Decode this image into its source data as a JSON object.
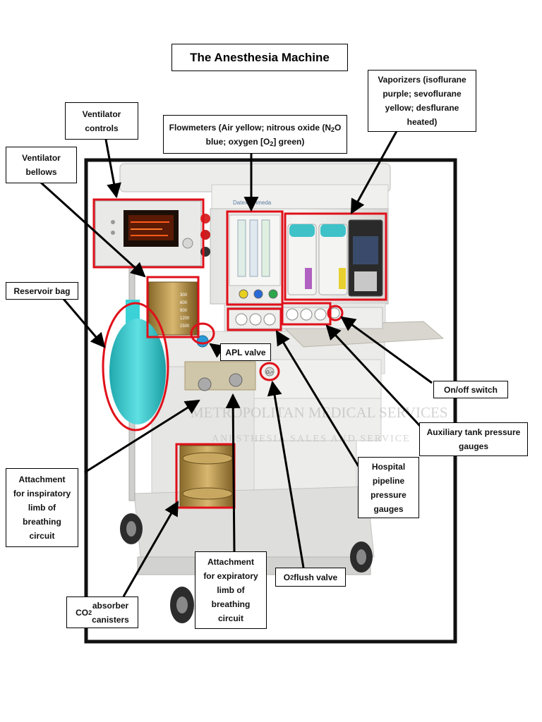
{
  "title": "The Anesthesia Machine",
  "labels": {
    "ventilator_controls": "Ventilator\ncontrols",
    "ventilator_bellows": "Ventilator\nbellows",
    "flowmeters_line1": "Flowmeters (Air yellow; nitrous oxide (N",
    "flowmeters_sub": "2",
    "flowmeters_line1_end": "O",
    "flowmeters_line2a": "blue; oxygen [O",
    "flowmeters_sub2": "2",
    "flowmeters_line2b": "] green)",
    "vaporizers": "Vaporizers (isoflurane\npurple; sevoflurane\nyellow; desflurane\nheated)",
    "reservoir_bag": "Reservoir bag",
    "apl_valve": "APL valve",
    "on_off_switch": "On/off switch",
    "auxiliary_gauges": "Auxiliary tank pressure\ngauges",
    "hospital_gauges": "Hospital\npipeline\npressure\ngauges",
    "inspiratory": "Attachment\nfor inspiratory\nlimb of\nbreathing\ncircuit",
    "expiratory": "Attachment\nfor expiratory\nlimb of\nbreathing\ncircuit",
    "o2_flush_a": "O",
    "o2_flush_sub": "2",
    "o2_flush_b": " flush valve",
    "co2_a": "CO",
    "co2_sub": "2",
    "co2_b": " absorber\ncanisters"
  },
  "machine": {
    "brand": "Datex-Ohmeda",
    "watermark_line1": "METROPOLITAN MEDICAL SERVICES",
    "watermark_line2": "ANESTHESIA SALES AND SERVICE",
    "bellows_scale": [
      "300",
      "600",
      "900",
      "1200",
      "1500"
    ],
    "o2_flush_label": "O₂+"
  },
  "colors": {
    "highlight": "#e0101a",
    "bag": "#2cc3c8",
    "frame": "#111111"
  }
}
